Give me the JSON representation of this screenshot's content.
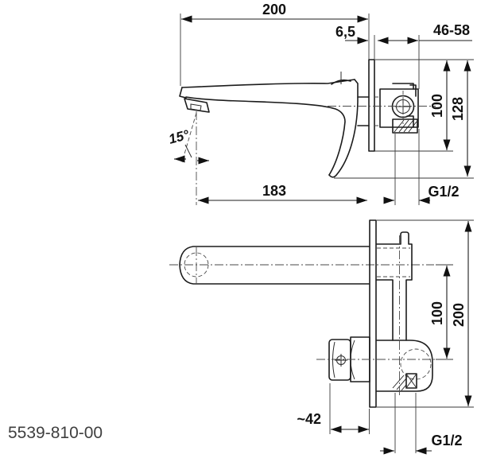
{
  "drawing": {
    "model_number": "5539-810-00",
    "background_color": "#ffffff",
    "line_color": "#1c1c1c",
    "side_view": {
      "dim_spout_reach": "200",
      "dim_plate_thickness": "6,5",
      "dim_install_depth_range": "46-58",
      "dim_plate_height": "100",
      "dim_overall_height": "128",
      "dim_spray_angle": "15°",
      "dim_aerator_reach": "183",
      "thread_label": "G1/2"
    },
    "plan_view": {
      "dim_axis_distance": "100",
      "dim_plate_width": "200",
      "dim_handle_projection": "~42",
      "thread_label": "G1/2"
    }
  }
}
